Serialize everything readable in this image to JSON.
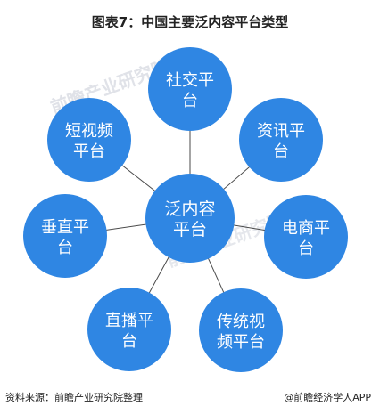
{
  "title": "图表7：中国主要泛内容平台类型",
  "center": {
    "line1": "泛内容",
    "line2": "平台"
  },
  "nodes": [
    {
      "line1": "社交平",
      "line2": "台"
    },
    {
      "line1": "资讯平",
      "line2": "台"
    },
    {
      "line1": "电商平",
      "line2": "台"
    },
    {
      "line1": "传统视",
      "line2": "频平台"
    },
    {
      "line1": "直播平",
      "line2": "台"
    },
    {
      "line1": "垂直平",
      "line2": "台"
    },
    {
      "line1": "短视频",
      "line2": "平台"
    }
  ],
  "footer": {
    "source": "资料来源：前瞻产业研究院整理",
    "brand": "@前瞻经济学人APP"
  },
  "watermark": "前瞻产业研究院",
  "colors": {
    "node": "#2f86e3",
    "line": "#4a4a4a",
    "text": "#ffffff"
  }
}
